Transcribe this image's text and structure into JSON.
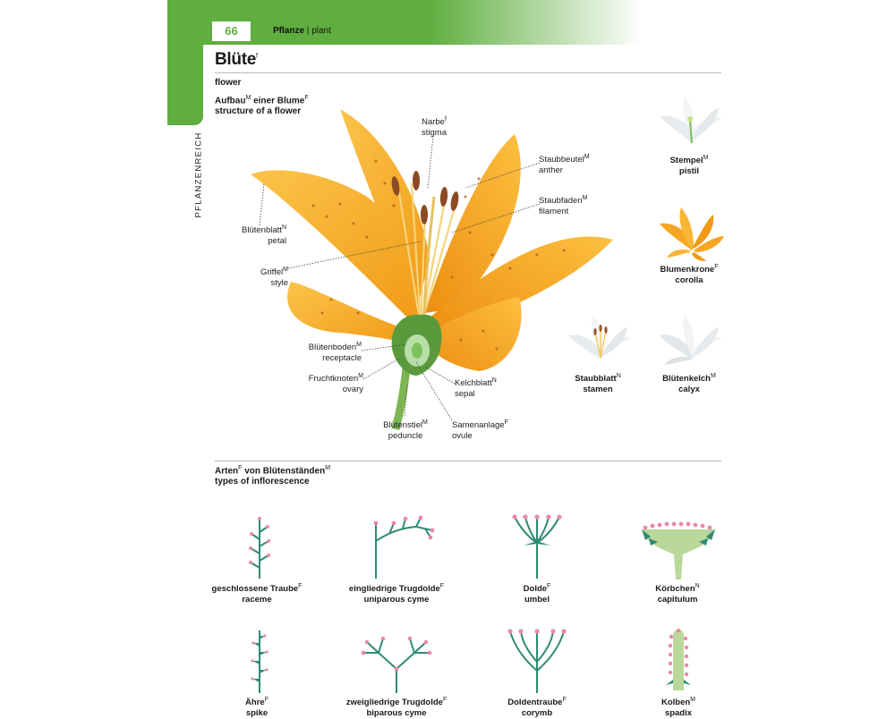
{
  "header": {
    "page_number": "66",
    "section_de": "Pflanze",
    "separator": "|",
    "section_en": "plant",
    "side_label": "PFLANZENREICH"
  },
  "page": {
    "title": "Blüte",
    "title_gender": "f",
    "subtitle": "flower"
  },
  "structure": {
    "heading_de": "Aufbau",
    "heading_de_gender": "M",
    "heading_de_rest": "einer Blume",
    "heading_de_rest_gender": "F",
    "heading_en": "structure of a flower",
    "labels": [
      {
        "id": "stigma",
        "de": "Narbe",
        "g": "f",
        "en": "stigma"
      },
      {
        "id": "anther",
        "de": "Staubbeutel",
        "g": "M",
        "en": "anther"
      },
      {
        "id": "filament",
        "de": "Staubfaden",
        "g": "M",
        "en": "filament"
      },
      {
        "id": "petal",
        "de": "Blütenblatt",
        "g": "N",
        "en": "petal"
      },
      {
        "id": "style",
        "de": "Griffel",
        "g": "M",
        "en": "style"
      },
      {
        "id": "receptacle",
        "de": "Blütenboden",
        "g": "M",
        "en": "receptacle"
      },
      {
        "id": "ovary",
        "de": "Fruchtknoten",
        "g": "M",
        "en": "ovary"
      },
      {
        "id": "sepal",
        "de": "Kelchblatt",
        "g": "N",
        "en": "sepal"
      },
      {
        "id": "peduncle",
        "de": "Blütenstiel",
        "g": "M",
        "en": "peduncle"
      },
      {
        "id": "ovule",
        "de": "Samenanlage",
        "g": "F",
        "en": "ovule"
      }
    ],
    "thumbnails": [
      {
        "id": "pistil",
        "de": "Stempel",
        "g": "M",
        "en": "pistil"
      },
      {
        "id": "corolla",
        "de": "Blumenkrone",
        "g": "F",
        "en": "corolla"
      },
      {
        "id": "stamen",
        "de": "Staubblatt",
        "g": "N",
        "en": "stamen"
      },
      {
        "id": "calyx",
        "de": "Blütenkelch",
        "g": "M",
        "en": "calyx"
      }
    ]
  },
  "inflorescence": {
    "heading_de": "Arten",
    "heading_de_gender": "F",
    "heading_de_rest": "von Blütenständen",
    "heading_de_rest_gender": "M",
    "heading_en": "types of inflorescence",
    "items": [
      {
        "id": "raceme",
        "de": "geschlossene Traube",
        "g": "F",
        "en": "raceme"
      },
      {
        "id": "uniparous-cyme",
        "de": "eingliedrige Trugdolde",
        "g": "F",
        "en": "uniparous cyme"
      },
      {
        "id": "umbel",
        "de": "Dolde",
        "g": "F",
        "en": "umbel"
      },
      {
        "id": "capitulum",
        "de": "Körbchen",
        "g": "N",
        "en": "capitulum"
      },
      {
        "id": "spike",
        "de": "Ähre",
        "g": "F",
        "en": "spike"
      },
      {
        "id": "biparous-cyme",
        "de": "zweigliedrige Trugdolde",
        "g": "F",
        "en": "biparous cyme"
      },
      {
        "id": "corymb",
        "de": "Doldentraube",
        "g": "F",
        "en": "corymb"
      },
      {
        "id": "spadix",
        "de": "Kolben",
        "g": "M",
        "en": "spadix"
      }
    ]
  },
  "colors": {
    "brand_green": "#5fae3f",
    "petal_orange": "#f4a21c",
    "petal_light": "#fbc44a",
    "stem_green": "#6aa84f",
    "inflo_stem": "#2e8b74",
    "inflo_bud": "#e98aa6"
  }
}
